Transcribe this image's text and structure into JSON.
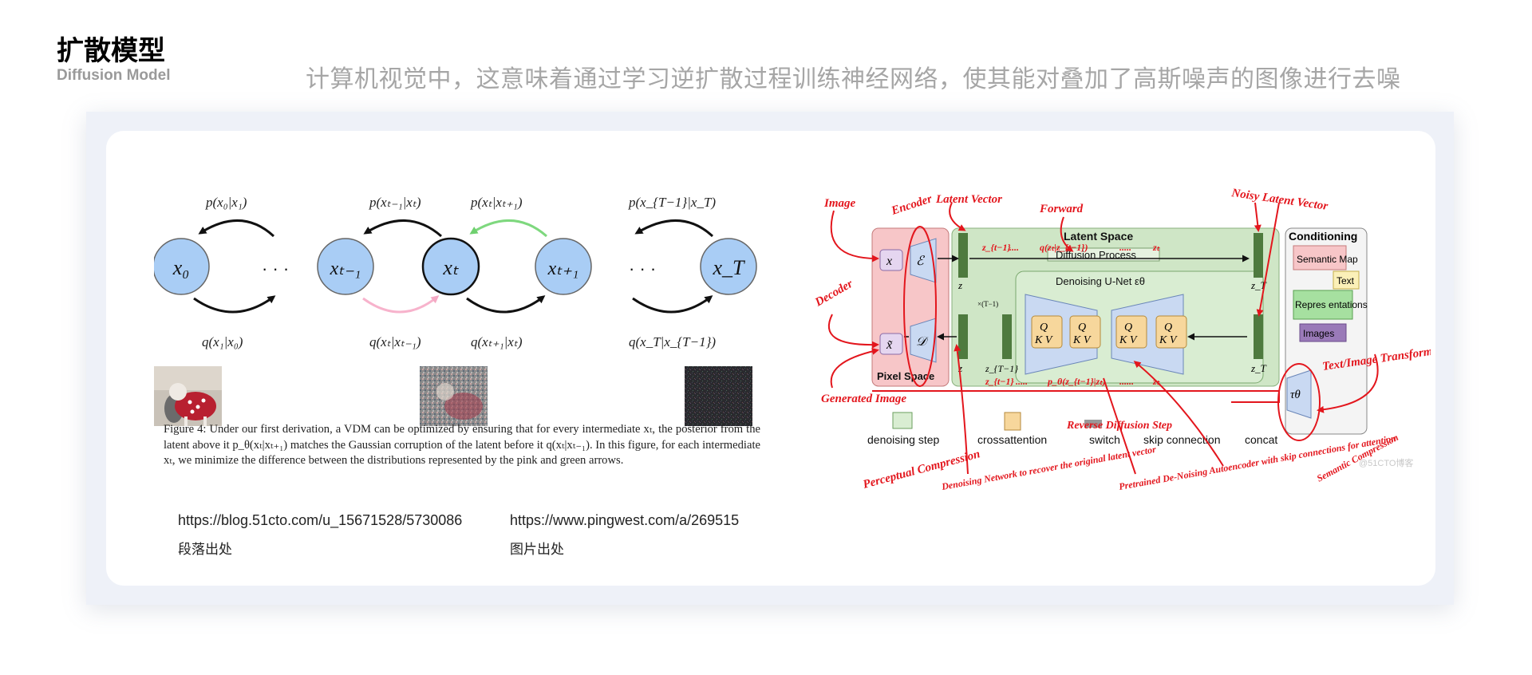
{
  "header": {
    "title": "扩散模型",
    "subtitle": "Diffusion Model",
    "headline": "计算机视觉中，这意味着通过学习逆扩散过程训练神经网络，使其能对叠加了高斯噪声的图像进行去噪"
  },
  "left_figure": {
    "nodes": [
      {
        "id": "x0",
        "label": "x₀"
      },
      {
        "id": "xt-1",
        "label": "xₜ₋₁"
      },
      {
        "id": "xt",
        "label": "xₜ"
      },
      {
        "id": "xt+1",
        "label": "xₜ₊₁"
      },
      {
        "id": "xT",
        "label": "x_T"
      }
    ],
    "ellipsis": "· · ·",
    "top_labels": [
      "p(x₀|x₁)",
      "p(xₜ₋₁|xₜ)",
      "p(xₜ|xₜ₊₁)",
      "p(x_{T−1}|x_T)"
    ],
    "bottom_labels": [
      "q(x₁|x₀)",
      "q(xₜ|xₜ₋₁)",
      "q(xₜ₊₁|xₜ)",
      "q(x_T|x_{T−1})"
    ],
    "caption": "Figure 4: Under our first derivation, a VDM can be optimized by ensuring that for every intermediate xₜ, the posterior from the latent above it p_θ(xₜ|xₜ₊₁) matches the Gaussian corruption of the latent before it q(xₜ|xₜ₋₁). In this figure, for each intermediate xₜ, we minimize the difference between the distributions represented by the pink and green arrows."
  },
  "right_figure": {
    "latent_space": "Latent Space",
    "diffusion_process": "Diffusion Process",
    "unet": "Denoising U-Net εθ",
    "pixel_space": "Pixel Space",
    "conditioning": "Conditioning",
    "cond_items": [
      "Semantic Map",
      "Text",
      "Repres entations",
      "Images"
    ],
    "symbols": {
      "x": "x",
      "x_tilde": "x̃",
      "enc": "ℰ",
      "dec": "𝒟",
      "z": "z",
      "zT": "z_T",
      "zT1": "z_{T−1}",
      "tau": "τθ",
      "times": "×(T−1)",
      "qkv": "Q\nKV"
    },
    "seq_top": [
      "z_{t−1}",
      "....",
      "q(zₜ|z_{t−1})",
      ".....",
      "zₜ"
    ],
    "seq_bottom": [
      "z_{t−1}",
      ".....",
      "p_θ(z_{t−1}|zₜ)",
      "......",
      "zₜ"
    ],
    "reverse": "Reverse Diffusion Step",
    "legend": [
      "denoising step",
      "crossattention",
      "switch",
      "skip connection",
      "concat"
    ],
    "annotations": {
      "image": "Image",
      "encoder": "Encoder",
      "latent_vector": "Latent Vector",
      "forward": "Forward",
      "noisy_latent": "Noisy Latent Vector",
      "decoder": "Decoder",
      "generated": "Generated Image",
      "text_image": "Text/Image Transformer",
      "perceptual": "Perceptual Compression",
      "denoising_net": "Denoising Network to recover the original latent vector",
      "pretrained": "Pretrained De-Noising Autoencoder with skip connections for attention",
      "semantic_comp": "Semantic Compression"
    },
    "watermark": "@51CTO博客"
  },
  "sources": [
    {
      "url": "https://blog.51cto.com/u_15671528/5730086",
      "label": "段落出处"
    },
    {
      "url": "https://www.pingwest.com/a/269515",
      "label": "图片出处"
    }
  ],
  "colors": {
    "node_fill": "#a9cdf5",
    "pink_arrow": "#f7b3cc",
    "green_arrow": "#7ed87e",
    "annotation_red": "#e3161d",
    "latent_green": "#cfe6c6",
    "pixel_pink": "#f7c6c8"
  }
}
